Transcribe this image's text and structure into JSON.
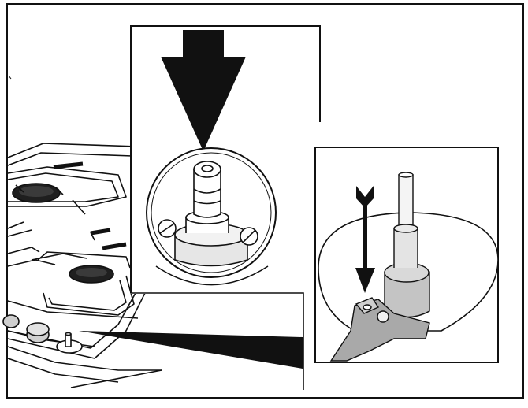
{
  "diagram": {
    "caption": "",
    "panels": [
      {
        "id": "hob-overview",
        "label": ""
      },
      {
        "id": "knob-spindle-detail",
        "label": ""
      },
      {
        "id": "spindle-adjustment-detail",
        "label": ""
      }
    ],
    "colors": {
      "ink": "#111111",
      "paper": "#ffffff",
      "shade": "#cfcfcf",
      "shade_dark": "#a9a9a9",
      "burner": "#1f1f1f"
    }
  }
}
